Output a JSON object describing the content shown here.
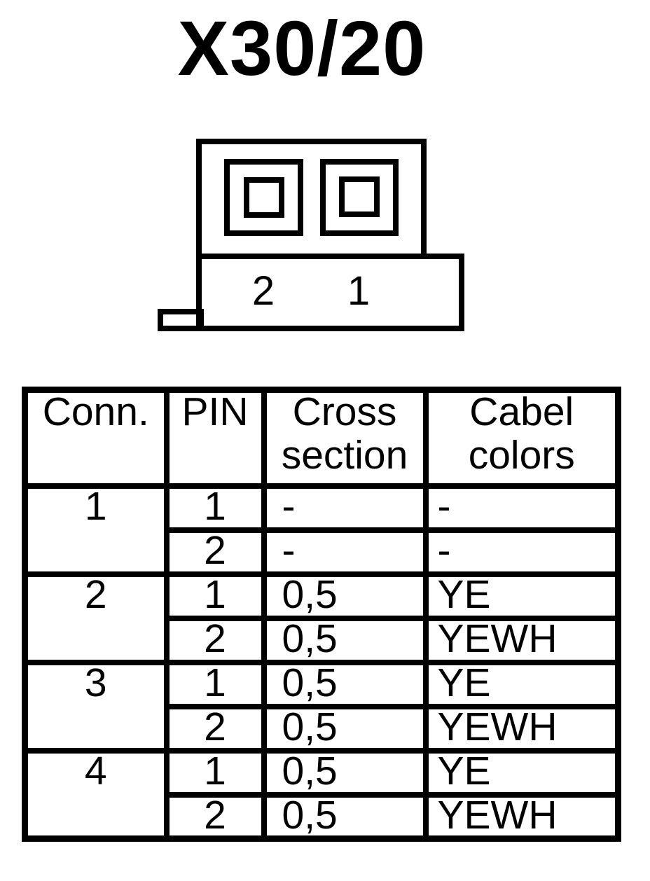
{
  "title": "X30/20",
  "colors": {
    "ink": "#000000",
    "paper": "#ffffff"
  },
  "diagram": {
    "pin_labels": [
      "2",
      "1"
    ]
  },
  "table": {
    "headers": {
      "conn": "Conn.",
      "pin": "PIN",
      "cross_line1": "Cross",
      "cross_line2": "section",
      "cabel_line1": "Cabel",
      "cabel_line2": "colors"
    },
    "groups": [
      {
        "conn": "1",
        "rows": [
          {
            "pin": "1",
            "cross": "-",
            "cabel": "-"
          },
          {
            "pin": "2",
            "cross": "-",
            "cabel": "-"
          }
        ]
      },
      {
        "conn": "2",
        "rows": [
          {
            "pin": "1",
            "cross": "0,5",
            "cabel": "YE"
          },
          {
            "pin": "2",
            "cross": "0,5",
            "cabel": "YEWH"
          }
        ]
      },
      {
        "conn": "3",
        "rows": [
          {
            "pin": "1",
            "cross": "0,5",
            "cabel": "YE"
          },
          {
            "pin": "2",
            "cross": "0,5",
            "cabel": "YEWH"
          }
        ]
      },
      {
        "conn": "4",
        "rows": [
          {
            "pin": "1",
            "cross": "0,5",
            "cabel": "YE"
          },
          {
            "pin": "2",
            "cross": "0,5",
            "cabel": "YEWH"
          }
        ]
      }
    ]
  }
}
